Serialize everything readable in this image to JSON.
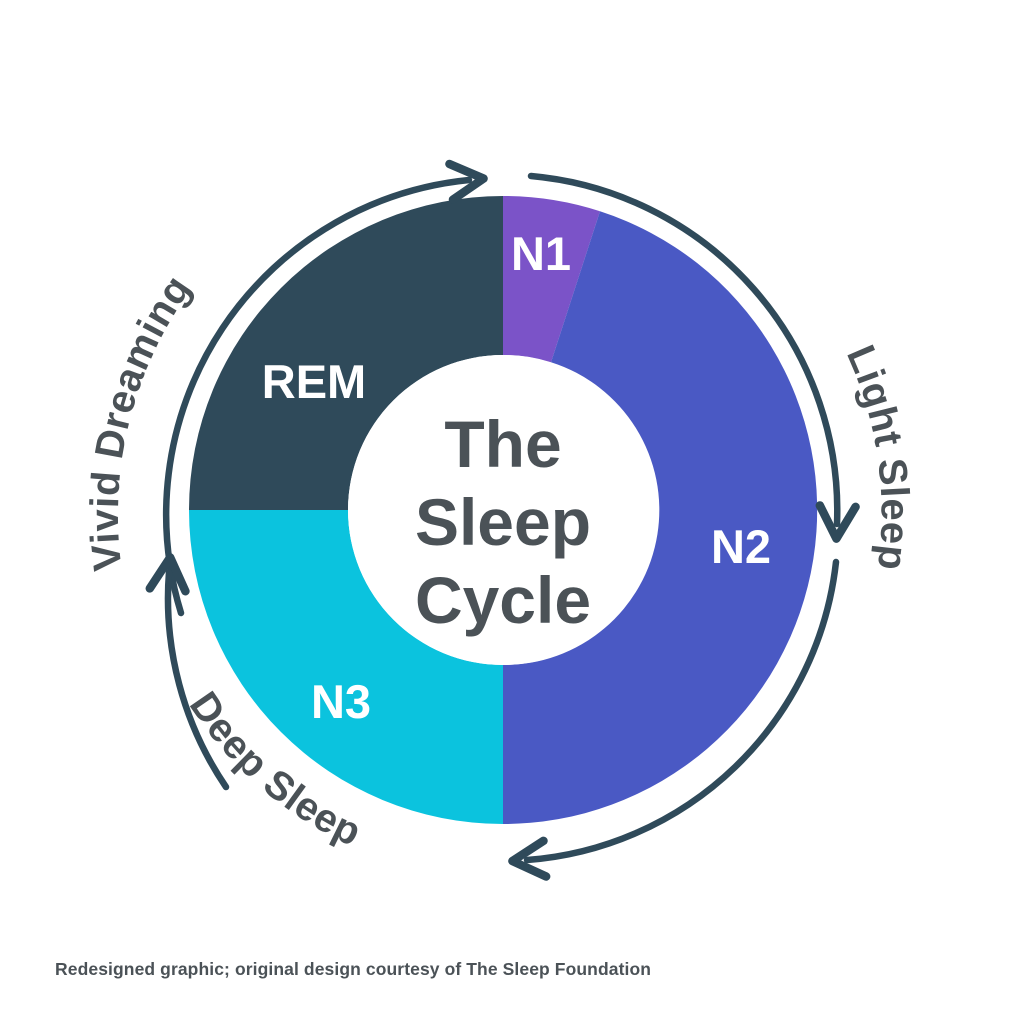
{
  "title": "The Sleep Cycle",
  "center_title_lines": [
    "The",
    "Sleep",
    "Cycle"
  ],
  "caption": "Redesigned graphic; original design courtesy of The Sleep Foundation",
  "colors": {
    "n1": "#7b53c8",
    "n2": "#4a59c4",
    "n3": "#0bc3de",
    "rem": "#2f4a5a",
    "arc_stroke": "#2f4a5a",
    "center_text": "#4b5257",
    "segment_text": "#ffffff",
    "background": "#ffffff"
  },
  "chart_data": {
    "type": "pie",
    "title": "The Sleep Cycle",
    "subtitle": "",
    "xlabel": "",
    "ylabel": "",
    "variant": "donut",
    "units": "percent of cycle",
    "start_angle_deg": 0,
    "direction": "clockwise",
    "inner_radius_ratio": 0.49,
    "legend_position": "on-slice",
    "grid": false,
    "categories": [
      "N1",
      "N2",
      "N3",
      "REM"
    ],
    "values": [
      5,
      45,
      25,
      25
    ],
    "angles_deg": [
      18,
      162,
      90,
      90
    ],
    "colors": [
      "#7b53c8",
      "#4a59c4",
      "#0bc3de",
      "#2f4a5a"
    ],
    "slices": [
      {
        "label": "N1",
        "value": 5,
        "start_deg": 0,
        "end_deg": 18,
        "color": "#7b53c8",
        "stage_label": "Light Sleep"
      },
      {
        "label": "N2",
        "value": 45,
        "start_deg": 18,
        "end_deg": 180,
        "color": "#4a59c4",
        "stage_label": "Light Sleep"
      },
      {
        "label": "N3",
        "value": 25,
        "start_deg": 180,
        "end_deg": 270,
        "color": "#0bc3de",
        "stage_label": "Deep Sleep"
      },
      {
        "label": "REM",
        "value": 25,
        "start_deg": 270,
        "end_deg": 360,
        "color": "#2f4a5a",
        "stage_label": "Vivid Dreaming"
      }
    ],
    "annotations": [
      {
        "text": "Light Sleep",
        "position": "right-outer-arc"
      },
      {
        "text": "Deep Sleep",
        "position": "bottom-left-outer-arc"
      },
      {
        "text": "Vivid Dreaming",
        "position": "top-left-outer-arc"
      }
    ]
  },
  "segments": {
    "n1": {
      "label": "N1"
    },
    "n2": {
      "label": "N2"
    },
    "n3": {
      "label": "N3"
    },
    "rem": {
      "label": "REM"
    }
  },
  "outer_labels": {
    "light_sleep": "Light Sleep",
    "deep_sleep": "Deep Sleep",
    "vivid_dreaming": "Vivid Dreaming"
  }
}
